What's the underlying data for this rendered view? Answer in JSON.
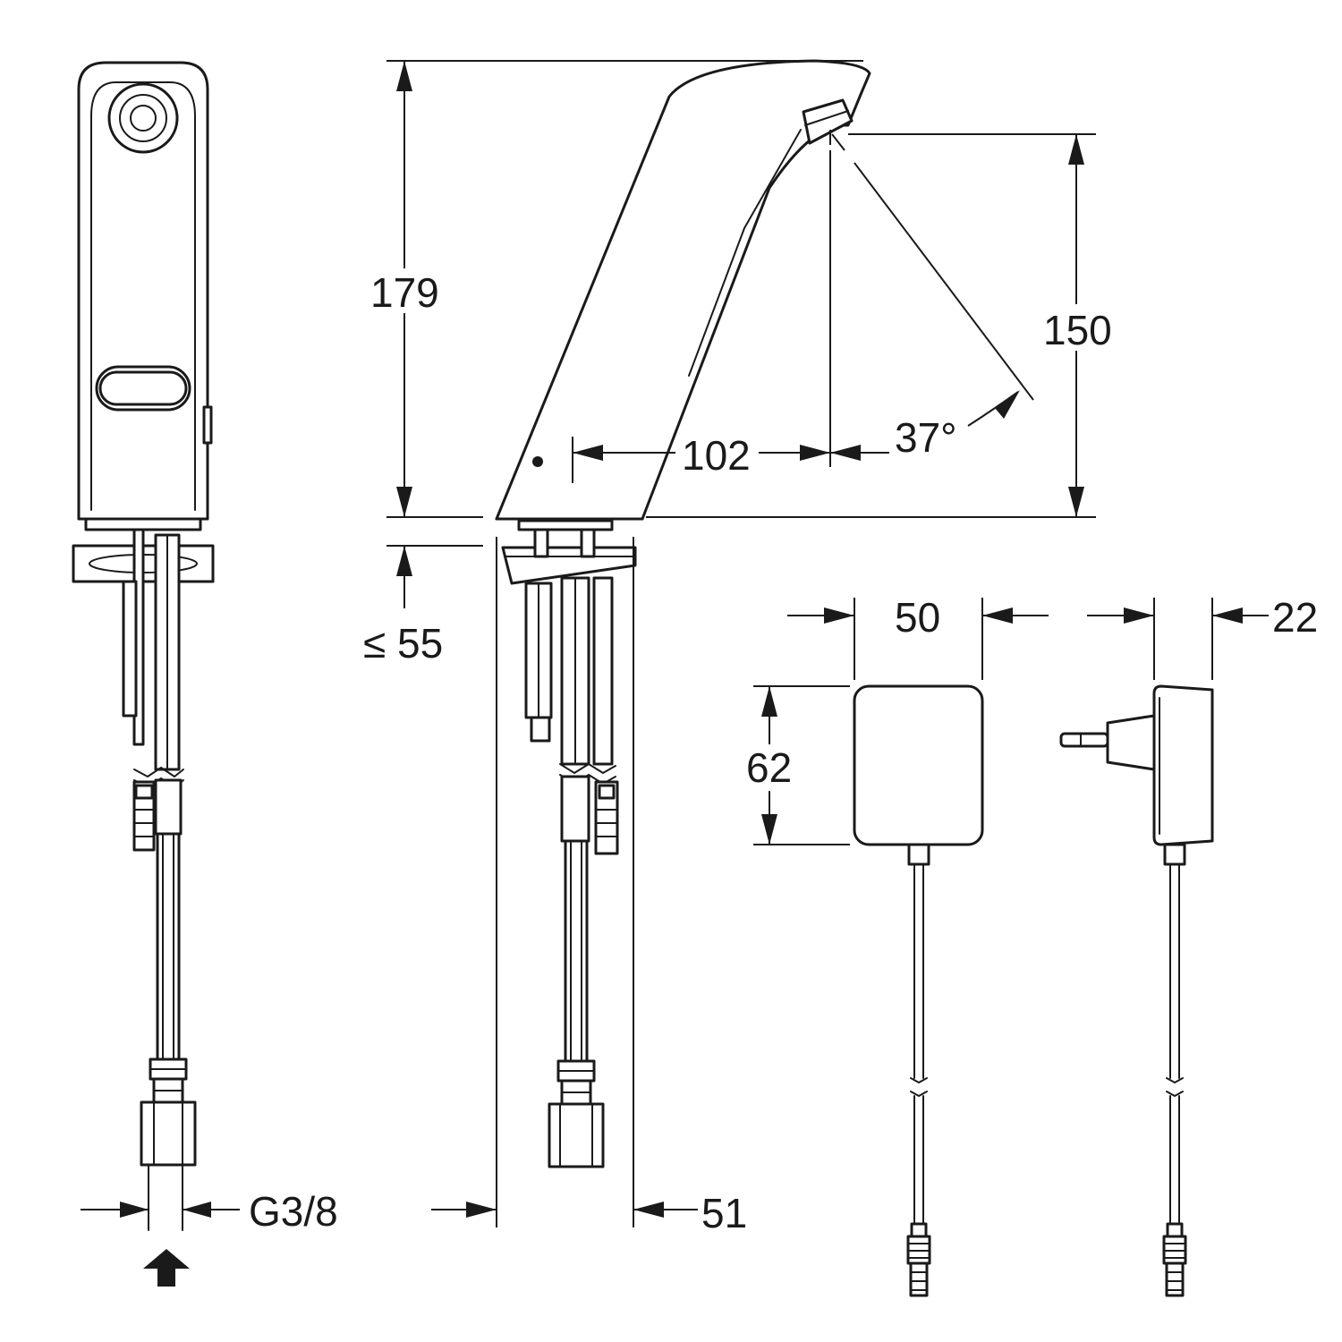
{
  "dimensions": {
    "spout_height": "179",
    "outlet_height": "150",
    "projection": "102",
    "sensor_angle": "37°",
    "deck_thickness": "≤ 55",
    "supply_thread": "G3/8",
    "base_diameter": "51",
    "psu_width": "50",
    "psu_depth": "22",
    "psu_height": "62"
  }
}
